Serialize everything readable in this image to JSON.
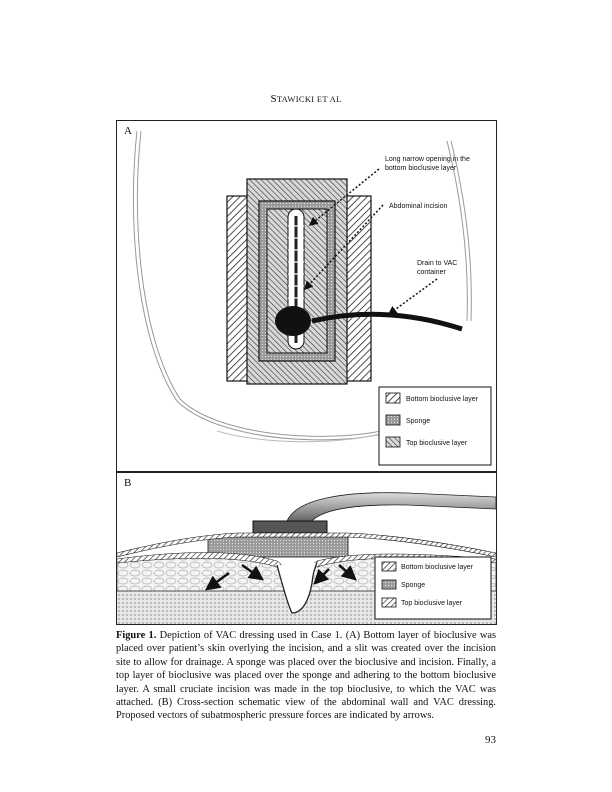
{
  "running_head": {
    "first_letter": "S",
    "rest": "TAWICKI ET AL"
  },
  "panel_a": {
    "letter": "A",
    "callouts": {
      "opening_line1": "Long narrow opening in the",
      "opening_line2": "bottom bioclusive layer",
      "incision": "Abdominal incision",
      "drain_line1": "Drain to VAC",
      "drain_line2": "container"
    },
    "legend": {
      "bottom": "Bottom bioclusive layer",
      "sponge": "Sponge",
      "top": "Top bioclusive layer"
    }
  },
  "panel_b": {
    "letter": "B",
    "legend": {
      "bottom": "Bottom bioclusive layer",
      "sponge": "Sponge",
      "top": "Top bioclusive layer"
    }
  },
  "caption": {
    "label": "Figure 1.",
    "text": "Depiction of VAC dressing used in Case 1. (A) Bottom layer of bioclusive was placed over patient’s skin overlying the incision, and a slit was created over the incision site to allow for drainage. A sponge was placed over the bioclusive and incision. Finally, a top layer of bioclusive was placed over the sponge and adhering to the bottom bioclusive layer. A small cruciate incision was made in the top bioclusive, to which the VAC was attached. (B) Cross-section schematic view of the abdominal wall and VAC dressing. Proposed vectors of subatmospheric pressure forces are indicated by arrows."
  },
  "page_number": "93"
}
